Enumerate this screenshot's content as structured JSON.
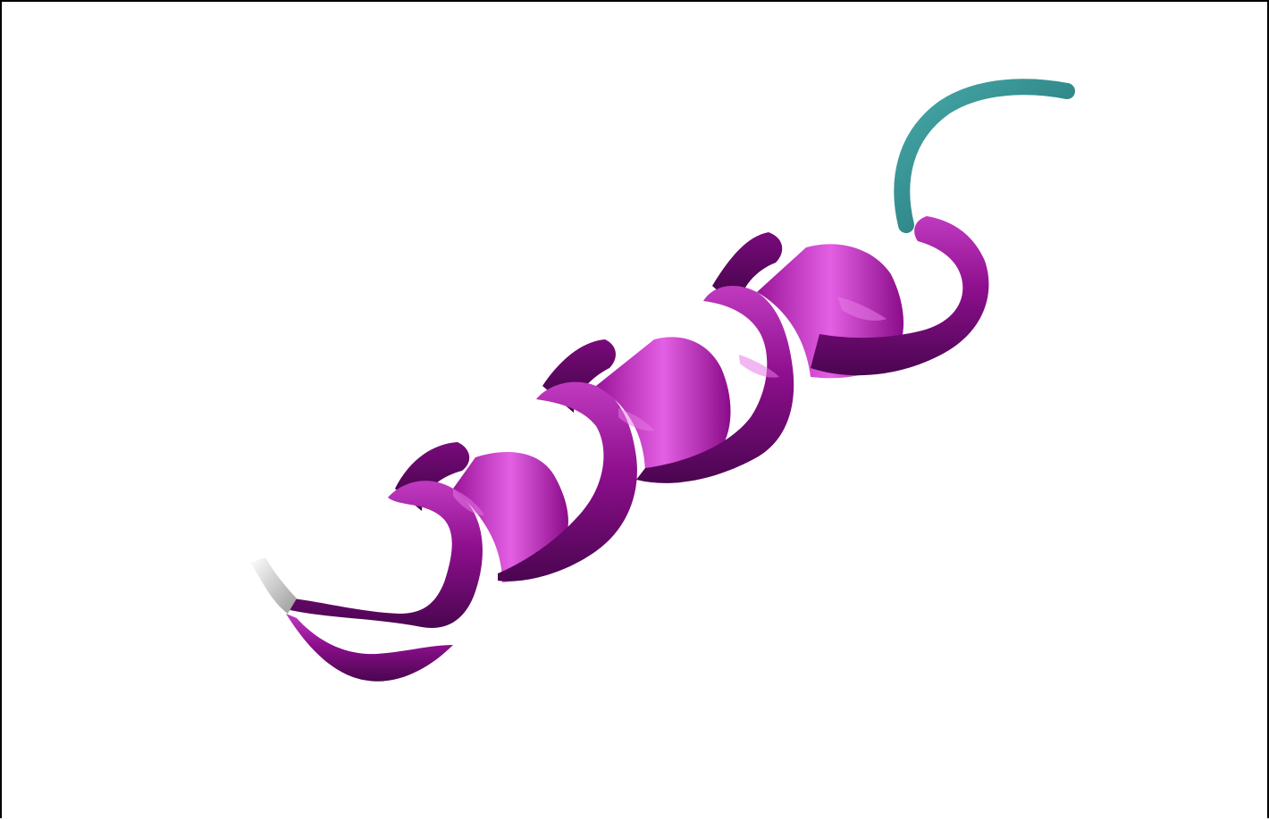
{
  "scene": {
    "structure": "alpha-helix-ribbon",
    "background_color": "#ffffff",
    "border_color": "#000000",
    "segments": [
      {
        "name": "n-terminus-coil",
        "color": "#dcdcdc"
      },
      {
        "name": "alpha-helix",
        "color": "#8b0f8b"
      },
      {
        "name": "c-terminus-coil",
        "color": "#2e8b8b"
      }
    ]
  }
}
